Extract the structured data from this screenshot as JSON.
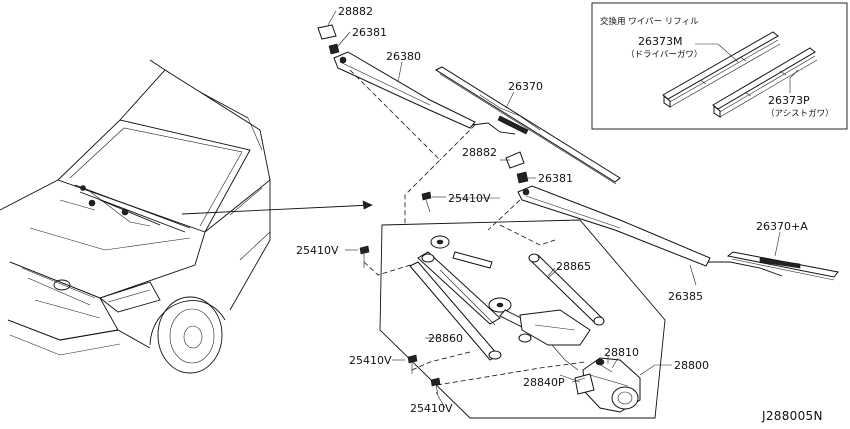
{
  "inset": {
    "title": "交換用 ワイパー リフィル",
    "driver_part": "26373M",
    "driver_note": "（ドライバーガワ）",
    "assist_part": "26373P",
    "assist_note": "（アシストガワ）"
  },
  "parts": {
    "p28882_top": "28882",
    "p26381_top": "26381",
    "p26380": "26380",
    "p26370": "26370",
    "p28882_mid": "28882",
    "p26381_mid": "26381",
    "p25410_1": "25410V",
    "p25410_2": "25410V",
    "p26370a": "26370+A",
    "p28865": "28865",
    "p26385": "26385",
    "p28860": "28860",
    "p28800": "28800",
    "p28810": "28810",
    "p25410_3": "25410V",
    "p28840": "28840P",
    "p25410_4": "25410V"
  },
  "diagram_ref": "J288005N"
}
